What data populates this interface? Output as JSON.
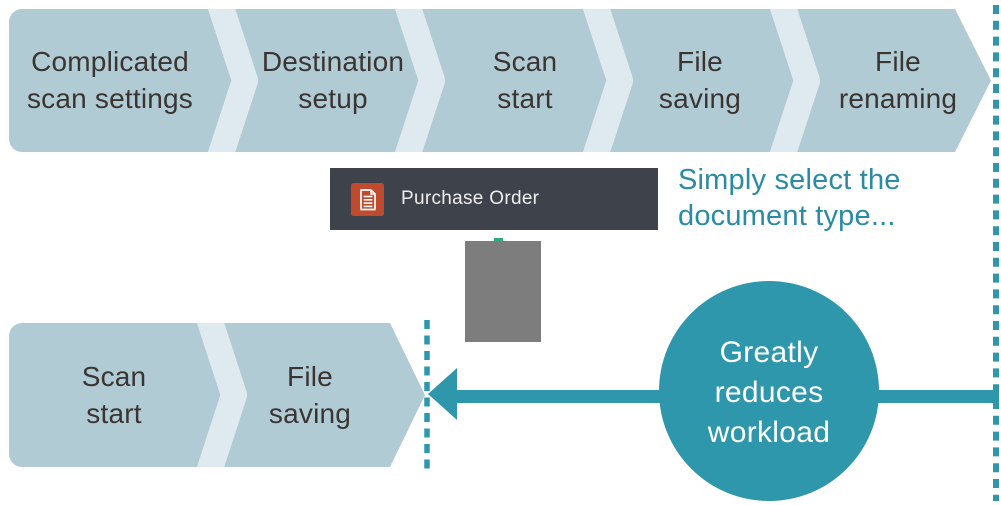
{
  "colors": {
    "banner_fill": "#b1cbd5",
    "chevron_separator": "#dfeaf0",
    "step_text": "#3a3432",
    "accent_teal": "#2f97ab",
    "callout_text": "#2b8ba3",
    "toolbar_bg": "#3e434b",
    "toolbar_text": "#ededed",
    "doc_icon_red": "#bf4a2e",
    "placeholder_gray": "#7d7d7d",
    "indicator_green": "#2faa7a",
    "circle_text": "#ffffff"
  },
  "before_flow": {
    "steps": [
      {
        "label": "Complicated\nscan settings"
      },
      {
        "label": "Destination\nsetup"
      },
      {
        "label": "Scan\nstart"
      },
      {
        "label": "File\nsaving"
      },
      {
        "label": "File\nrenaming"
      }
    ]
  },
  "document_type_selector": {
    "label": "Purchase Order",
    "icon": "document-icon"
  },
  "callout": {
    "text": "Simply select the\ndocument type..."
  },
  "after_flow": {
    "steps": [
      {
        "label": "Scan\nstart"
      },
      {
        "label": "File\nsaving"
      }
    ]
  },
  "benefit_circle": {
    "text": "Greatly\nreduces\nworkload"
  }
}
